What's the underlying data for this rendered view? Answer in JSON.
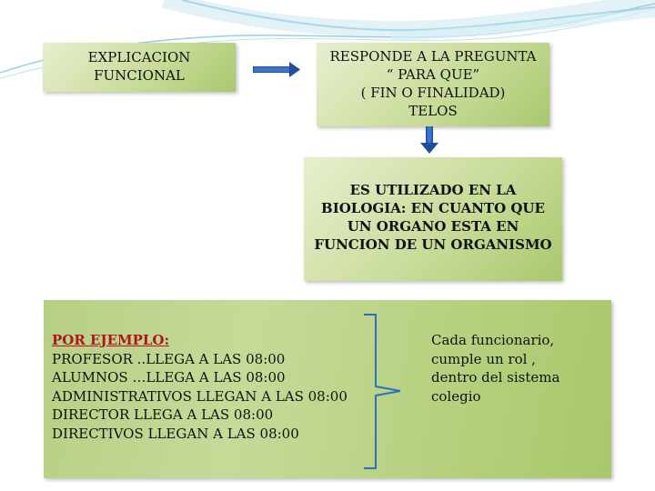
{
  "box_explicacion": {
    "lines": [
      "EXPLICACION",
      "FUNCIONAL"
    ]
  },
  "box_responde": {
    "lines": [
      "RESPONDE A LA PREGUNTA",
      "“ PARA QUE”",
      "( FIN O FINALIDAD)",
      "TELOS"
    ]
  },
  "box_biologia": {
    "lines": [
      "ES UTILIZADO EN LA",
      "BIOLOGIA: EN CUANTO QUE",
      "UN ORGANO ESTA EN",
      "FUNCION DE UN ORGANISMO"
    ]
  },
  "example": {
    "title": "POR EJEMPLO:",
    "lines": [
      "PROFESOR ..LLEGA A LAS  08:00",
      "ALUMNOS …LLEGA A LAS 08:00",
      "ADMINISTRATIVOS LLEGAN A LAS 08:00",
      "DIRECTOR LLEGA  A LAS 08:00",
      "DIRECTIVOS LLEGAN A LAS 08:00"
    ],
    "right_lines": [
      "Cada funcionario,",
      "cumple un rol ,",
      "dentro del sistema",
      "colegio"
    ]
  },
  "colors": {
    "arrow": "#1f4e9e",
    "brace": "#2e6fc4",
    "title_red": "#b0141e",
    "box_green": "#c9dc9a"
  }
}
